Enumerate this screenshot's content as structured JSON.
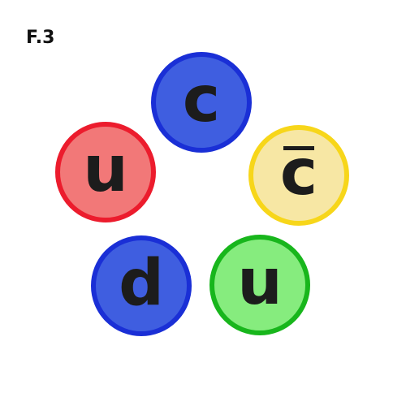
{
  "figure_label": "F.3",
  "quarks": [
    {
      "letter": "c",
      "anti": false,
      "fill": "#3f5ee0",
      "border": "#1a2fd6"
    },
    {
      "letter": "u",
      "anti": false,
      "fill": "#f27878",
      "border": "#ec1c2d"
    },
    {
      "letter": "c",
      "anti": true,
      "fill": "#f7e7a4",
      "border": "#f7d61a"
    },
    {
      "letter": "d",
      "anti": false,
      "fill": "#3f5ee0",
      "border": "#1a2fd6"
    },
    {
      "letter": "u",
      "anti": false,
      "fill": "#86ec7e",
      "border": "#18b61c"
    }
  ]
}
